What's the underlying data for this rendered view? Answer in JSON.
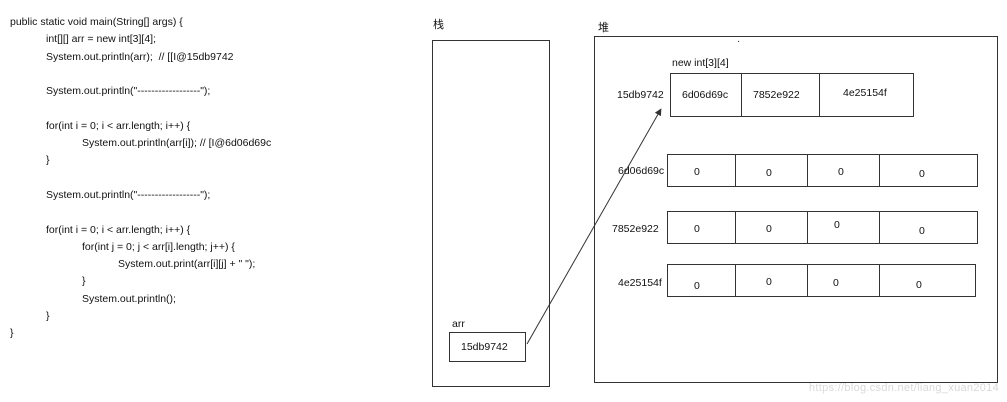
{
  "code": {
    "lines": [
      {
        "indent": 0,
        "text": "public static void main(String[] args) {"
      },
      {
        "indent": 1,
        "text": "int[][] arr = new int[3][4];"
      },
      {
        "indent": 1,
        "text": "System.out.println(arr);  // [[I@15db9742"
      },
      {
        "indent": 0,
        "text": ""
      },
      {
        "indent": 1,
        "text": "System.out.println(\"------------------\");"
      },
      {
        "indent": 0,
        "text": ""
      },
      {
        "indent": 1,
        "text": "for(int i = 0; i < arr.length; i++) {"
      },
      {
        "indent": 2,
        "text": "System.out.println(arr[i]); // [I@6d06d69c"
      },
      {
        "indent": 1,
        "text": "}"
      },
      {
        "indent": 0,
        "text": ""
      },
      {
        "indent": 1,
        "text": "System.out.println(\"------------------\");"
      },
      {
        "indent": 0,
        "text": ""
      },
      {
        "indent": 1,
        "text": "for(int i = 0; i < arr.length; i++) {"
      },
      {
        "indent": 2,
        "text": "for(int j = 0; j < arr[i].length; j++) {"
      },
      {
        "indent": 3,
        "text": "System.out.print(arr[i][j] + \" \");"
      },
      {
        "indent": 2,
        "text": "}"
      },
      {
        "indent": 2,
        "text": "System.out.println();"
      },
      {
        "indent": 1,
        "text": "}"
      },
      {
        "indent": 0,
        "text": "}"
      }
    ]
  },
  "stack": {
    "title": "栈",
    "var_label": "arr",
    "var_value": "15db9742"
  },
  "heap": {
    "title": "堆",
    "dot": "·",
    "outer": {
      "label": "new int[3][4]",
      "address": "15db9742",
      "cells": [
        "6d06d69c",
        "7852e922",
        "4e25154f"
      ]
    },
    "inner": [
      {
        "address": "6d06d69c",
        "cells": [
          "0",
          "0",
          "0",
          "0"
        ]
      },
      {
        "address": "7852e922",
        "cells": [
          "0",
          "0",
          "0",
          "0"
        ]
      },
      {
        "address": "4e25154f",
        "cells": [
          "0",
          "0",
          "0",
          "0"
        ]
      }
    ]
  },
  "watermark": "https://blog.csdn.net/liang_xuan2014",
  "colors": {
    "stroke": "#333333",
    "watermark": "#d9d9d9"
  }
}
